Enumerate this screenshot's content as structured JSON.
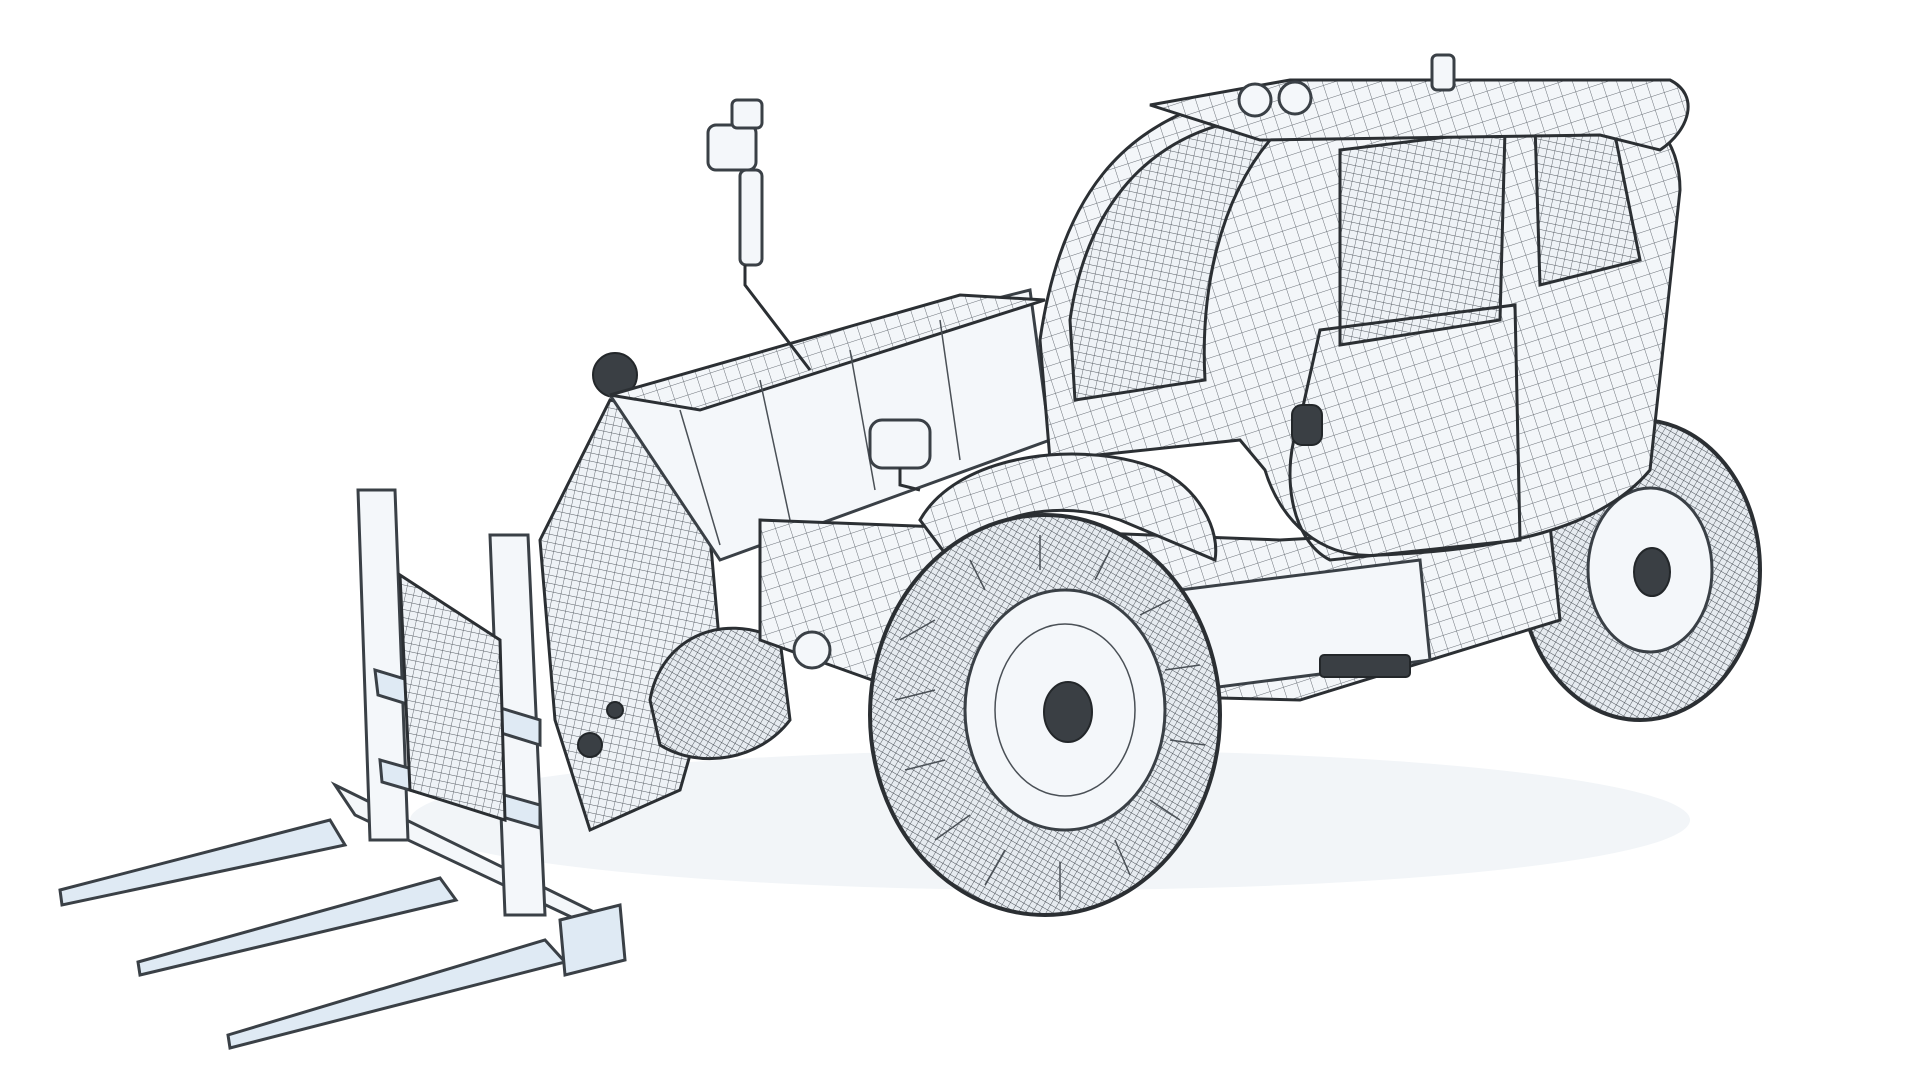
{
  "image": {
    "background": "#ffffff",
    "line_color": "#2b2f33",
    "surface_tint": "#dfeaf4",
    "subject": "telehandler-wireframe"
  },
  "components": [
    "pallet-forks",
    "fork-carriage",
    "boom-head",
    "telescopic-boom",
    "side-mirror",
    "cab",
    "cab-roof",
    "beacon-lights",
    "front-fender",
    "front-left-wheel",
    "front-right-wheel",
    "rear-right-wheel",
    "chassis",
    "step",
    "door-handle",
    "work-light"
  ]
}
